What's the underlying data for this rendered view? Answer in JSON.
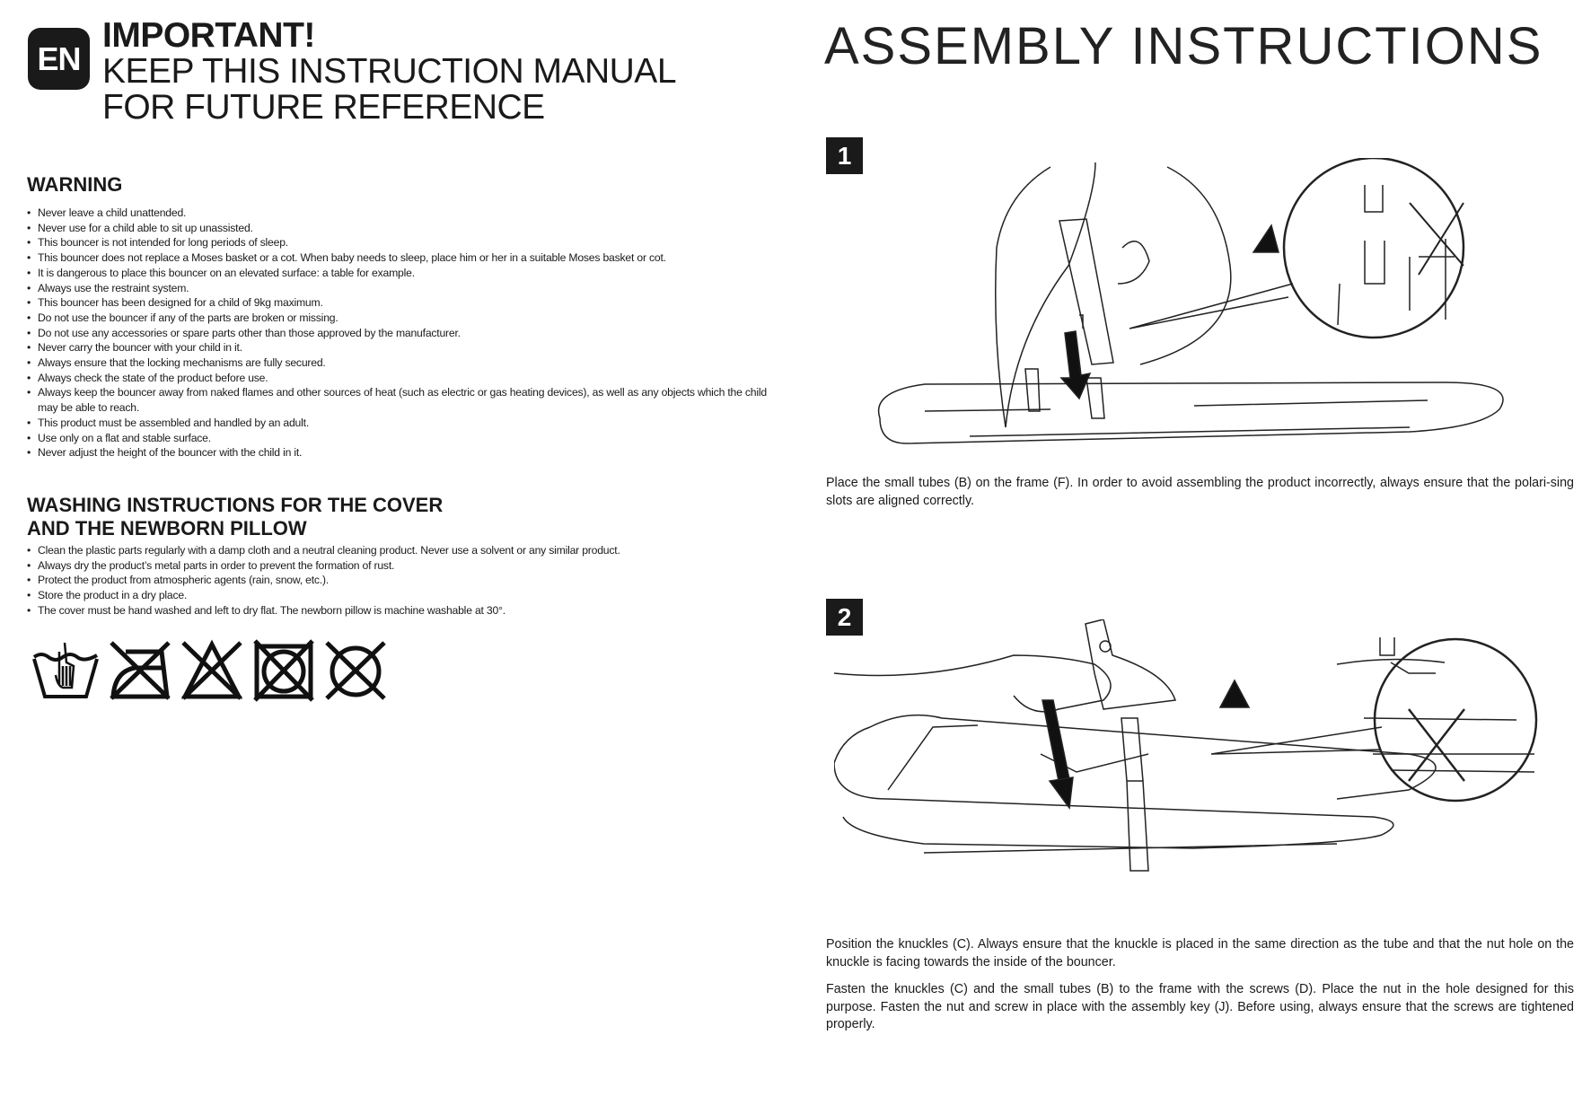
{
  "header": {
    "language_badge": "EN",
    "important": "IMPORTANT!",
    "line1": "KEEP THIS INSTRUCTION MANUAL",
    "line2": "FOR FUTURE REFERENCE"
  },
  "warning": {
    "title": "WARNING",
    "items": [
      "Never leave a child unattended.",
      "Never use for a child able to sit up unassisted.",
      "This bouncer is not intended for long periods of sleep.",
      "This bouncer does not replace a Moses basket or a cot. When baby needs to sleep, place him or her in a suitable Moses basket or cot.",
      "It is dangerous to place this bouncer on an elevated surface: a table for example.",
      "Always use the restraint system.",
      "This bouncer has been designed for a child of 9kg maximum.",
      "Do not use the bouncer if any of the parts are broken or missing.",
      "Do not use any accessories or spare parts other than those approved by the manufacturer.",
      "Never carry the bouncer with your child in it.",
      "Always ensure that the locking mechanisms are fully secured.",
      "Always check the state of the product before use.",
      "Always keep the bouncer away from naked flames and other sources of heat (such as electric or gas heating devices), as well as any objects which the child may be able to reach.",
      "This product must be assembled and handled by an adult.",
      "Use only on a flat and stable surface.",
      "Never adjust the height of the bouncer with the child in it."
    ]
  },
  "washing": {
    "title_line1": "WASHING INSTRUCTIONS FOR THE COVER",
    "title_line2": "AND THE NEWBORN PILLOW",
    "items": [
      "Clean the plastic parts regularly with a damp cloth and a neutral cleaning product. Never use a solvent or any similar product.",
      "Always dry the product’s metal parts in order to prevent the formation of rust.",
      "Protect the product from atmospheric agents (rain, snow, etc.).",
      "Store the product in a dry place.",
      "The cover must be hand washed and left to dry flat. The newborn pillow is machine washable at 30°."
    ],
    "care_icons": [
      "hand-wash-icon",
      "do-not-iron-icon",
      "do-not-bleach-icon",
      "do-not-tumble-dry-icon",
      "do-not-dry-clean-icon"
    ]
  },
  "assembly": {
    "title": "ASSEMBLY INSTRUCTIONS",
    "steps": [
      {
        "number": "1",
        "paragraphs": [
          "Place the small tubes (B) on the frame (F). In order to avoid assembling the product incorrectly, always ensure that the polari-sing slots are aligned correctly."
        ]
      },
      {
        "number": "2",
        "paragraphs": [
          "Position the knuckles (C). Always ensure that the knuckle is placed in the same direction as the tube and that the nut hole on the knuckle is facing towards the inside of the bouncer.",
          "Fasten the knuckles (C) and the small tubes (B) to the frame with the screws (D). Place the nut in the hole designed for this purpose. Fasten the nut and screw in place with the assembly key (J). Before using, always ensure that the screws are tightened properly."
        ]
      }
    ]
  }
}
